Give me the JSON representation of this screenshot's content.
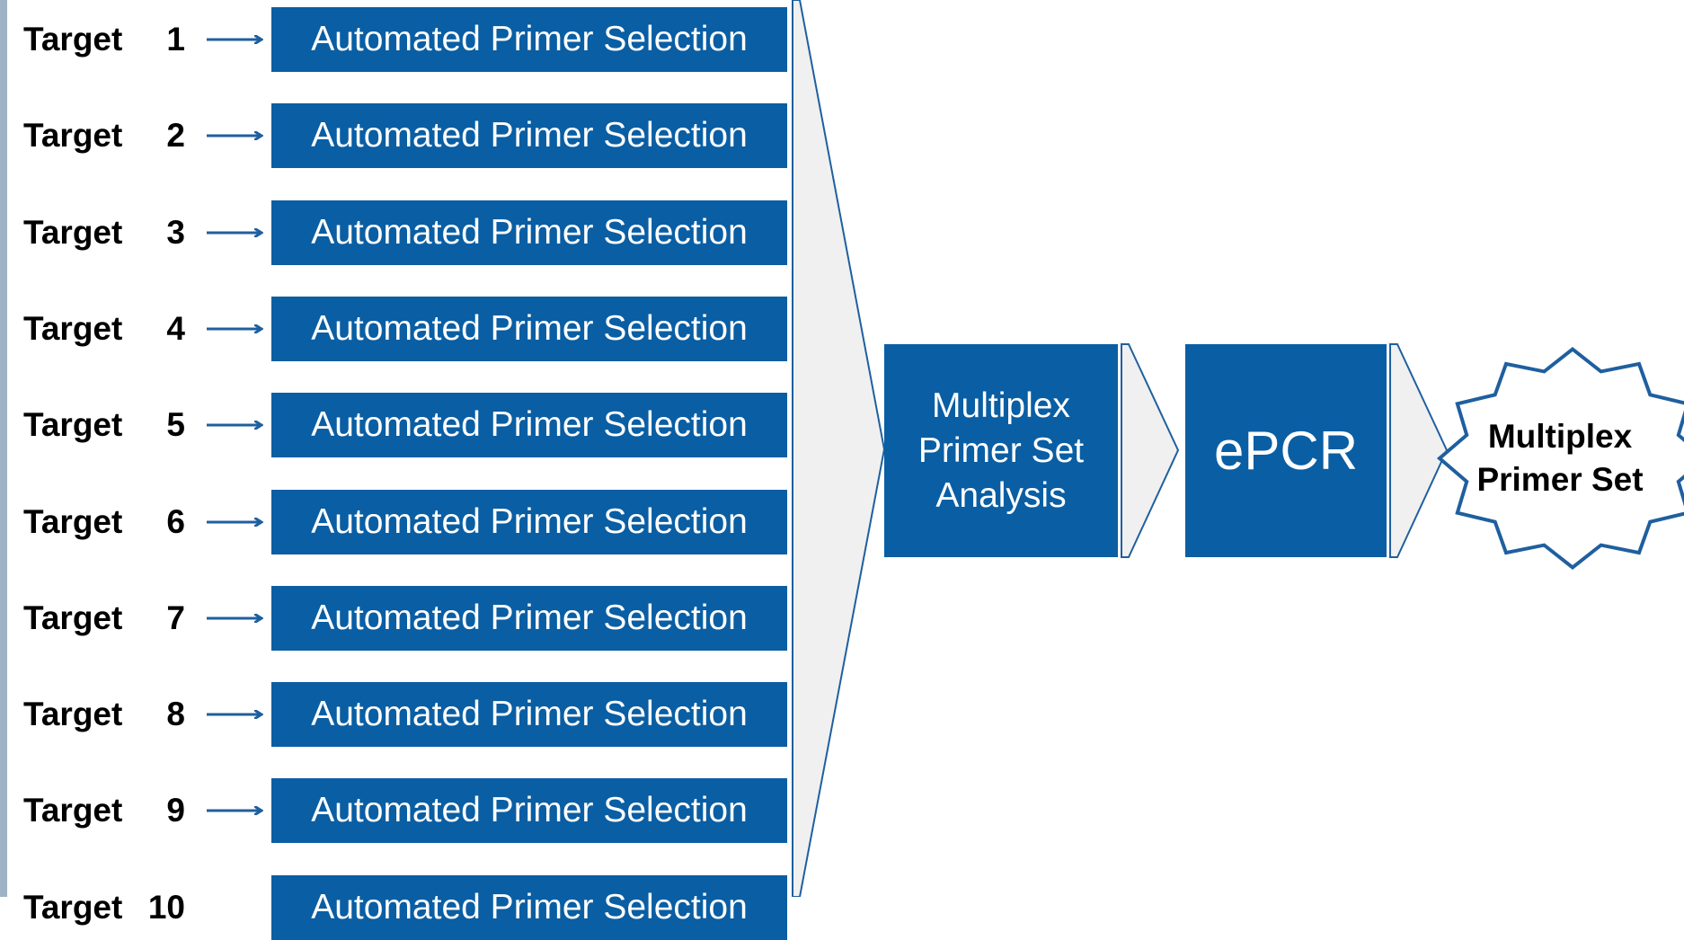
{
  "targets": [
    {
      "word": "Target",
      "number": "1",
      "step": "Automated Primer Selection"
    },
    {
      "word": "Target",
      "number": "2",
      "step": "Automated Primer Selection"
    },
    {
      "word": "Target",
      "number": "3",
      "step": "Automated Primer Selection"
    },
    {
      "word": "Target",
      "number": "4",
      "step": "Automated Primer Selection"
    },
    {
      "word": "Target",
      "number": "5",
      "step": "Automated Primer Selection"
    },
    {
      "word": "Target",
      "number": "6",
      "step": "Automated Primer Selection"
    },
    {
      "word": "Target",
      "number": "7",
      "step": "Automated Primer Selection"
    },
    {
      "word": "Target",
      "number": "8",
      "step": "Automated Primer Selection"
    },
    {
      "word": "Target",
      "number": "9",
      "step": "Automated Primer Selection"
    },
    {
      "word": "Target",
      "number": "10",
      "step": "Automated Primer Selection"
    }
  ],
  "analysis": {
    "lines": [
      "Multiplex",
      "Primer Set",
      "Analysis"
    ]
  },
  "epcr": {
    "label": "ePCR"
  },
  "result": {
    "lines": [
      "Multiplex",
      "Primer Set"
    ]
  },
  "colors": {
    "box_fill": "#0a5ea3",
    "arrow_stroke": "#1f5f9f",
    "chevron_fill": "#f0f0f0",
    "side_strip": "#9fb3c8"
  },
  "icons": [
    "right-arrow-icon",
    "chevron-arrow-icon",
    "starburst-icon"
  ]
}
